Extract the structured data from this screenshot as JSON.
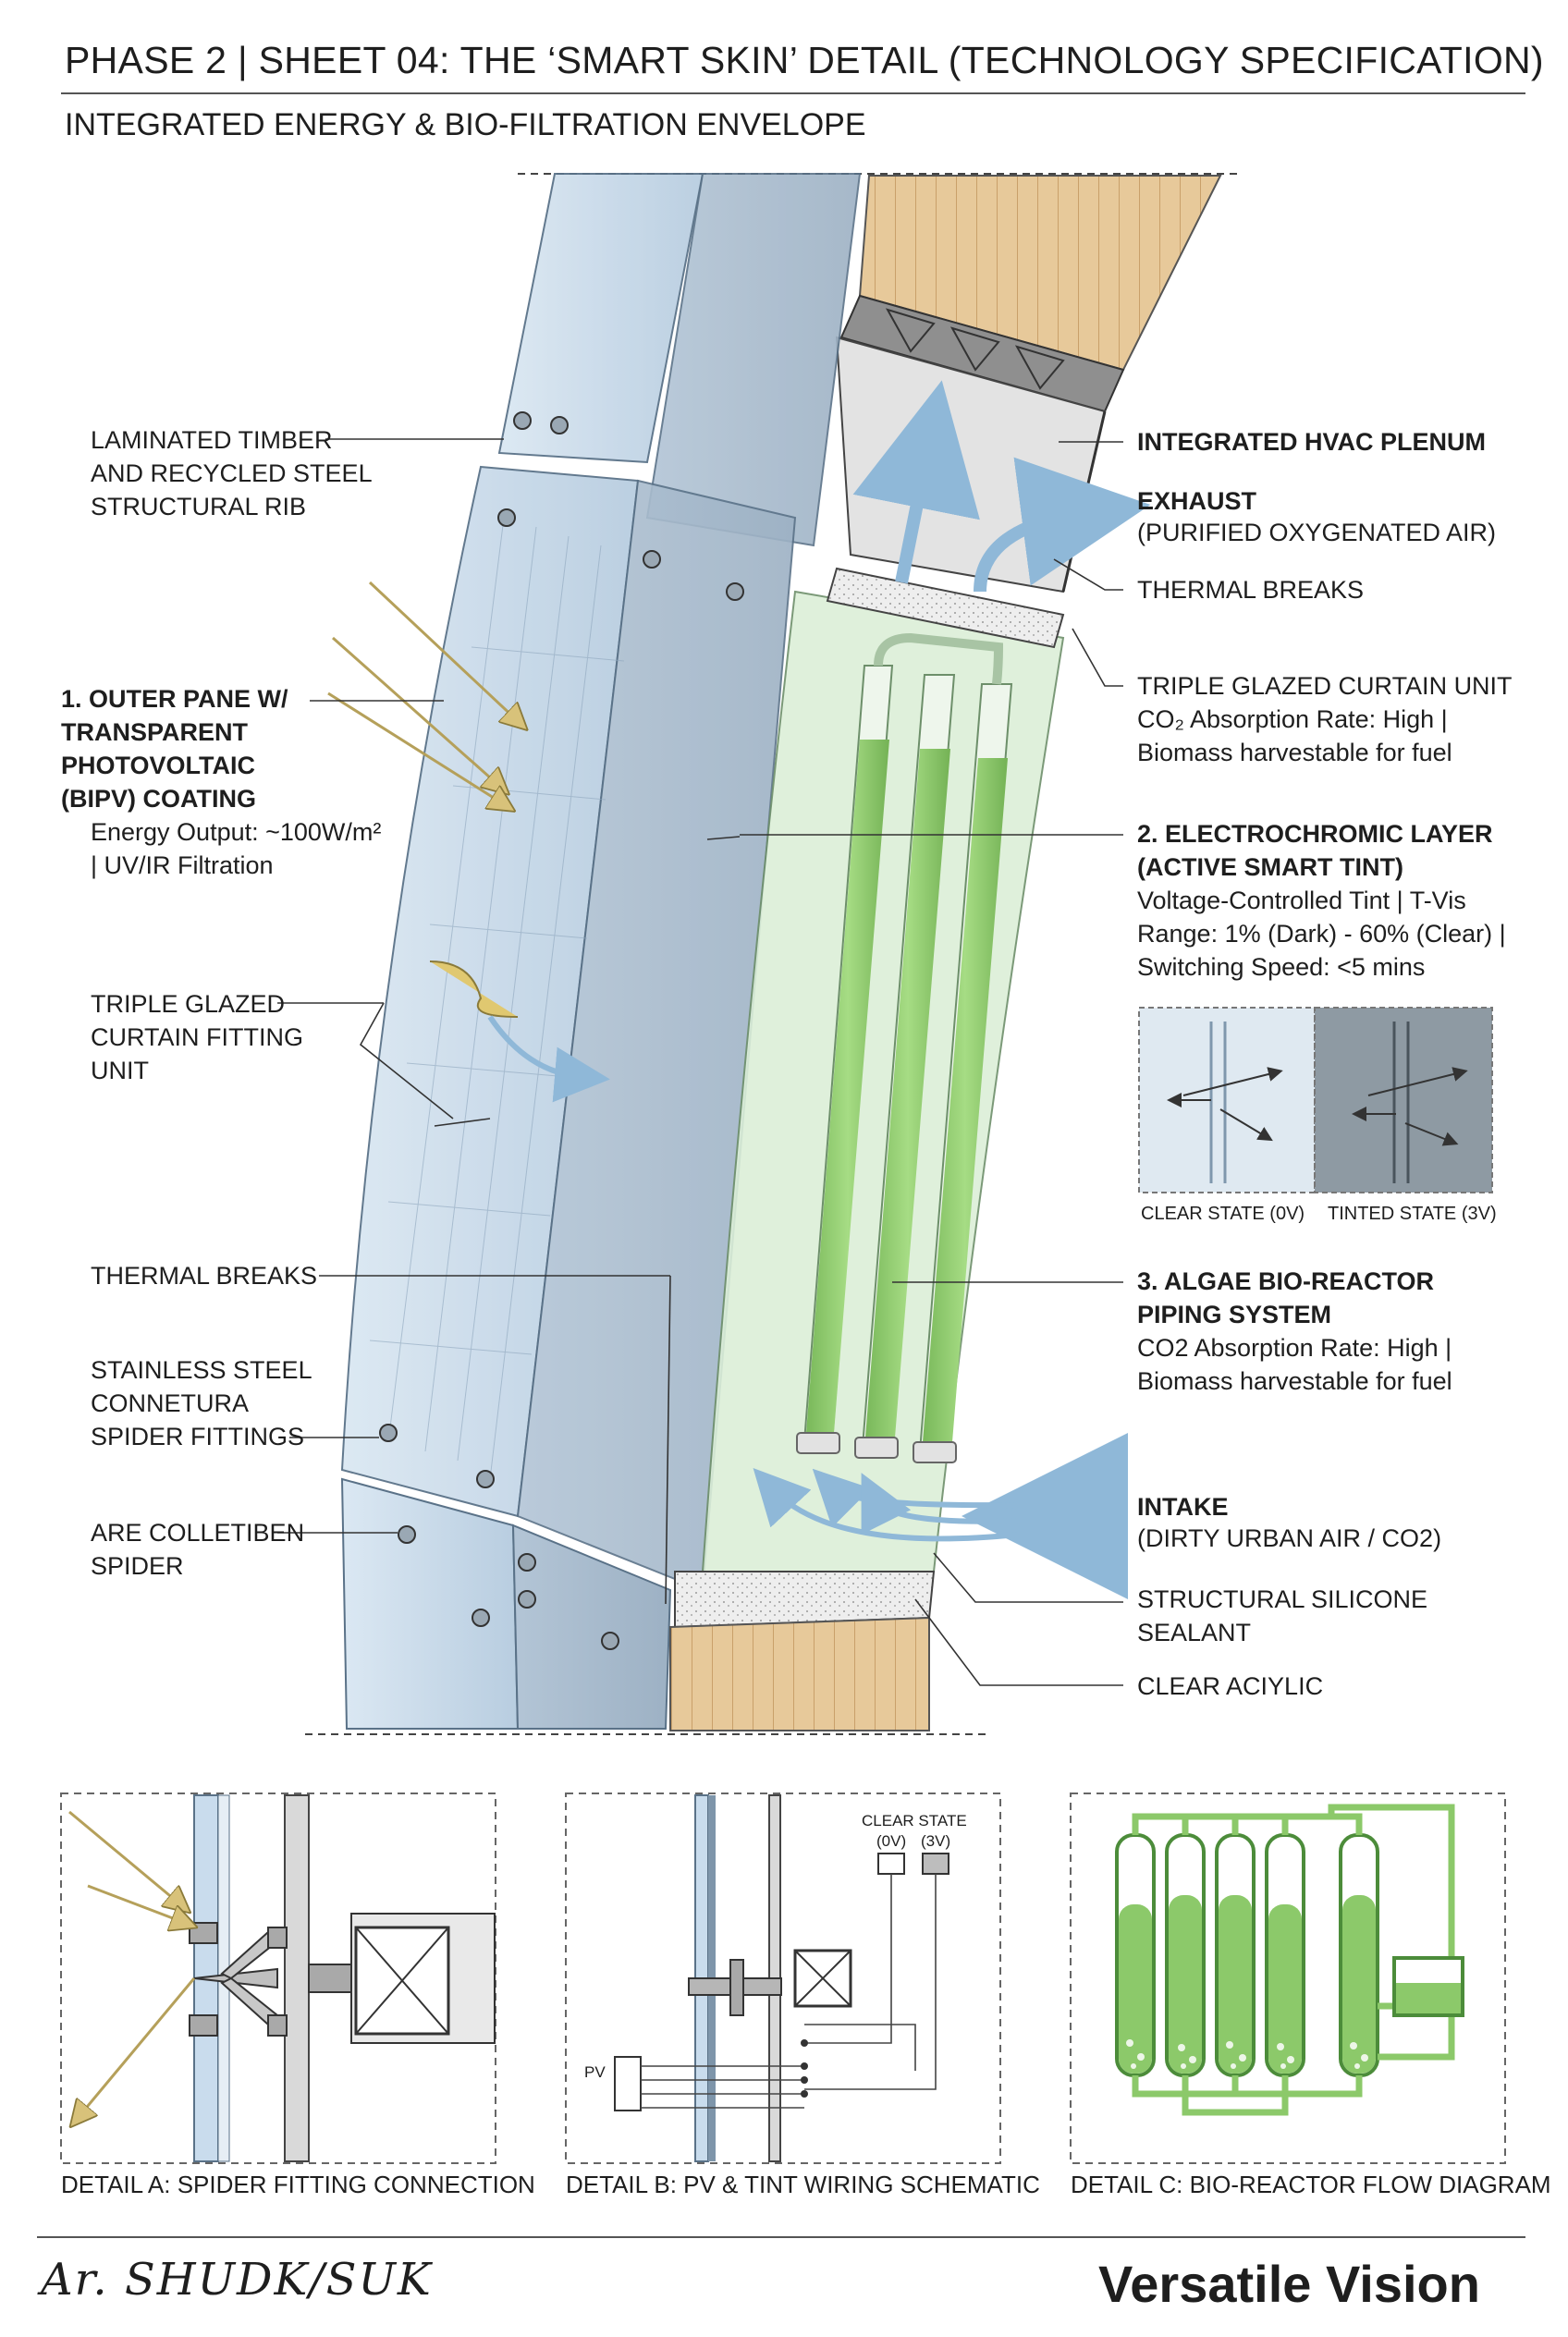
{
  "header": {
    "title": "PHASE 2 | SHEET 04: THE ‘SMART SKIN’ DETAIL (TECHNOLOGY SPECIFICATION)",
    "subtitle": "INTEGRATED ENERGY & BIO-FILTRATION ENVELOPE"
  },
  "left_labels": {
    "timber_rib": "LAMINATED TIMBER\nAND RECYCLED STEEL\nSTRUCTURAL RIB",
    "outer_pane_title": "1. OUTER PANE W/\nTRANSPARENT\nPHOTOVOLTAIC\n(BIPV) COATING",
    "outer_pane_desc": "Energy Output: ~100W/m²\n| UV/IR Filtration",
    "curtain_fitting": "TRIPLE GLAZED\nCURTAIN FITTING\nUNIT",
    "thermal_breaks": "THERMAL BREAKS",
    "spider_fittings": "STAINLESS STEEL\nCONNETURA\nSPIDER FITTINGS",
    "collet_spider": "ARE COLLETIBEN\nSPIDER"
  },
  "right_labels": {
    "hvac_plenum": "INTEGRATED HVAC PLENUM",
    "exhaust_title": "EXHAUST",
    "exhaust_desc": "(PURIFIED OXYGENATED AIR)",
    "thermal_breaks": "THERMAL BREAKS",
    "curtain_unit_title": "TRIPLE GLAZED CURTAIN UNIT",
    "curtain_unit_desc": "CO₂ Absorption Rate: High |\nBiomass harvestable for fuel",
    "electrochromic_title": "2. ELECTROCHROMIC LAYER\n(ACTIVE SMART TINT)",
    "electrochromic_desc": "Voltage-Controlled Tint | T-Vis\nRange: 1% (Dark) - 60% (Clear) |\nSwitching Speed: <5 mins",
    "clear_state": "CLEAR STATE (0V)",
    "tinted_state": "TINTED STATE (3V)",
    "algae_title": "3. ALGAE BIO-REACTOR\nPIPING SYSTEM",
    "algae_desc": "CO2 Absorption Rate: High |\nBiomass harvestable for fuel",
    "intake_title": "INTAKE",
    "intake_desc": "(DIRTY URBAN AIR / CO2)",
    "silicone": "STRUCTURAL SILICONE\nSEALANT",
    "acrylic": "CLEAR ACIYLIC"
  },
  "details": {
    "a_caption": "DETAIL A: SPIDER FITTING CONNECTION",
    "b_caption": "DETAIL B: PV & TINT WIRING SCHEMATIC",
    "c_caption": "DETAIL C: BIO-REACTOR FLOW DIAGRAM",
    "b_clear_state": "CLEAR STATE",
    "b_0v": "(0V)",
    "b_3v": "(3V)",
    "b_pv": "PV"
  },
  "footer": {
    "signature": "Ar. SHUDK/SUK",
    "brand": "Versatile Vision"
  },
  "colors": {
    "glass": "#c9dced",
    "glass_dark": "#9fb4c6",
    "algae": "#8cc96a",
    "algae_panel": "#dcefd8",
    "timber": "#e6c89a",
    "arrow_blue": "#8fb8d8",
    "sun_arrow": "#d8c27a",
    "line": "#333333"
  }
}
